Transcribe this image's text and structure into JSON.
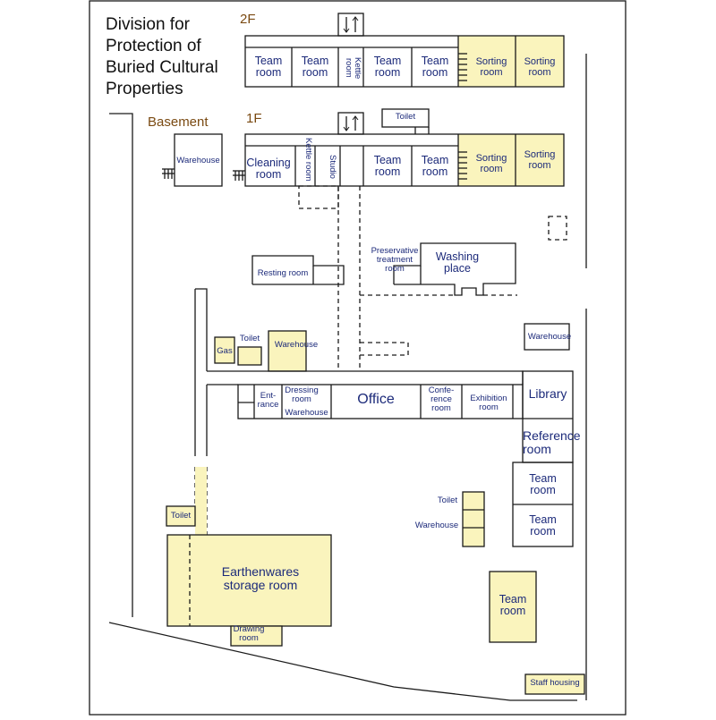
{
  "title": "Division for\nProtection of\nBuried Cultural\nProperties",
  "floors": {
    "second": "2F",
    "first": "1F",
    "basement": "Basement"
  },
  "colors": {
    "highlight": "#faf4bd",
    "line": "#1a1a1a",
    "label": "#1c2a7a",
    "floor": "#7a4a12"
  },
  "rooms_2f": {
    "team1": "Team\nroom",
    "team2": "Team\nroom",
    "kettle": "Kettle\nroom",
    "team3": "Team\nroom",
    "team4": "Team\nroom",
    "sorting1": "Sorting\nroom",
    "sorting2": "Sorting\nroom"
  },
  "rooms_1f": {
    "toilet": "Toilet",
    "warehouse": "Warehouse",
    "cleaning": "Cleaning\nroom",
    "kettle": "Kettle room",
    "studio": "Studio",
    "team1": "Team\nroom",
    "team2": "Team\nroom",
    "sorting1": "Sorting\nroom",
    "sorting2": "Sorting\nroom"
  },
  "rooms_main": {
    "preservative": "Preservative\ntreatment\nroom",
    "washing": "Washing\nplace",
    "resting": "Resting room",
    "warehouse_right": "Warehouse",
    "gas": "Gas",
    "toilet_small": "Toilet",
    "warehouse_yellow": "Warehouse",
    "entrance": "Ent-\nrance",
    "dressing": "Dressing\nroom",
    "warehouse_office": "Warehouse",
    "office": "Office",
    "conference": "Confe-\nrence\nroom",
    "exhibition": "Exhibition\nroom",
    "library": "Library",
    "reference": "Reference\nroom",
    "team_a": "Team\nroom",
    "team_b": "Team\nroom",
    "toilet_mid": "Toilet",
    "warehouse_mid": "Warehouse",
    "team_yellow": "Team\nroom",
    "toilet_left": "Toilet",
    "earthenwares": "Earthenwares\nstorage room",
    "drawing": "Drawing\nroom",
    "staff_housing": "Staff housing"
  }
}
